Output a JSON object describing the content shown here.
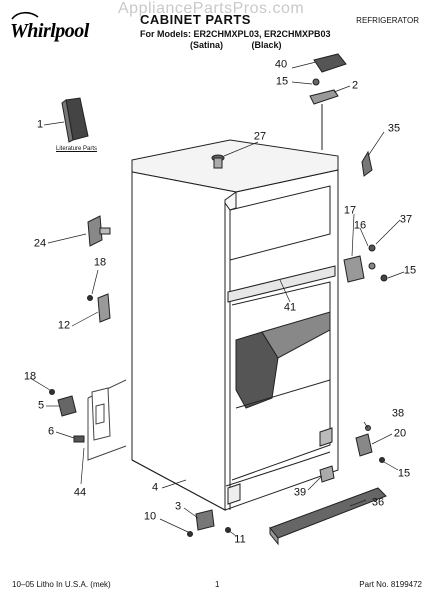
{
  "header": {
    "watermark": "AppliancePartsPros.com",
    "brand": "Whirlpool",
    "title": "CABINET PARTS",
    "models": "For Models: ER2CHMXPL03, ER2CHMXPB03",
    "variants": [
      "(Satina)",
      "(Black)"
    ],
    "category": "REFRIGERATOR"
  },
  "diagram": {
    "literature_label": "Literature Parts",
    "callouts": {
      "c1": "1",
      "c2": "2",
      "c3": "3",
      "c4": "4",
      "c5": "5",
      "c6": "6",
      "c10": "10",
      "c11": "11",
      "c12": "12",
      "c15a": "15",
      "c15b": "15",
      "c15c": "15",
      "c16": "16",
      "c17": "17",
      "c18a": "18",
      "c18b": "18",
      "c20": "20",
      "c24": "24",
      "c27": "27",
      "c35": "35",
      "c36": "36",
      "c37": "37",
      "c38": "38",
      "c39": "39",
      "c40": "40",
      "c41": "41",
      "c44": "44"
    }
  },
  "footer": {
    "left": "10–05 Litho In U.S.A. (mek)",
    "page": "1",
    "part_no": "Part No. 8199472"
  }
}
